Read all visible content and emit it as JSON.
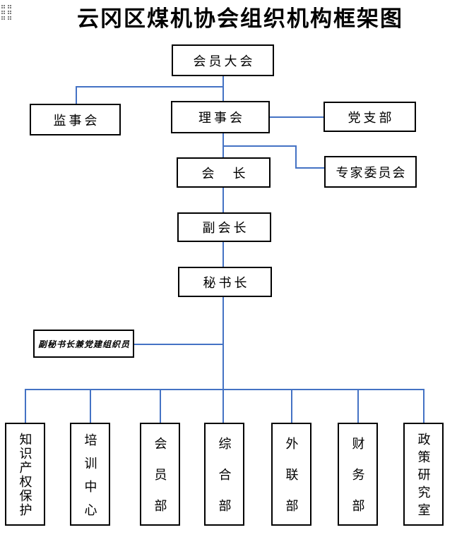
{
  "page": {
    "title": "云冈区煤机协会组织机构框架图"
  },
  "colors": {
    "connector": "#4472C4",
    "box_border": "#000000",
    "background": "#ffffff"
  },
  "icons": {
    "table_move_handle": "table-move-handle-icon"
  },
  "nodes": {
    "member_assembly": "会员大会",
    "supervisory_board": "监事会",
    "council": "理事会",
    "party_branch": "党支部",
    "president": "会　长",
    "expert_committee": "专家委员会",
    "vice_president": "副会长",
    "secretary_general": "秘书长",
    "deputy_secretary": "副秘书长兼党建组织员",
    "departments": [
      "知识产权保护",
      "培训中心",
      "会员部",
      "综合部",
      "外联部",
      "财务部",
      "政策研究室"
    ]
  }
}
